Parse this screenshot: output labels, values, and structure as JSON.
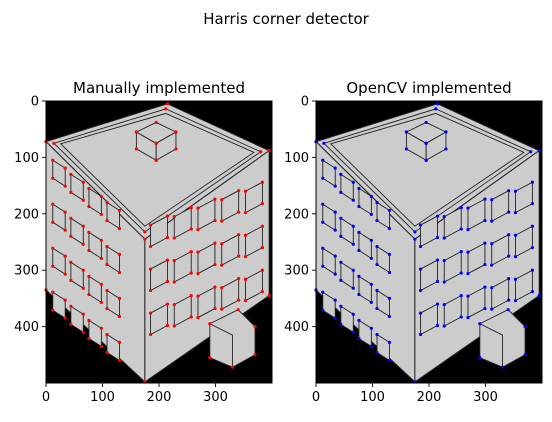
{
  "figure": {
    "suptitle": "Harris corner detector"
  },
  "colors": {
    "background": "#000000",
    "building_wall": "#cccccc",
    "building_edge": "#222222",
    "corner_left": "#ff0000",
    "corner_right": "#0000ff"
  },
  "chart_data": [
    {
      "type": "image",
      "title": "Manually implemented",
      "xlim": [
        0,
        400
      ],
      "ylim": [
        500,
        0
      ],
      "xticks": [
        0,
        100,
        200,
        300
      ],
      "yticks": [
        0,
        100,
        200,
        300,
        400
      ],
      "marker_color": "#ff0000",
      "marker_style": "dot"
    },
    {
      "type": "image",
      "title": "OpenCV implemented",
      "xlim": [
        0,
        400
      ],
      "ylim": [
        500,
        0
      ],
      "xticks": [
        0,
        100,
        200,
        300
      ],
      "yticks": [
        0,
        100,
        200,
        300,
        400
      ],
      "marker_color": "#0000ff",
      "marker_style": "dot"
    }
  ]
}
